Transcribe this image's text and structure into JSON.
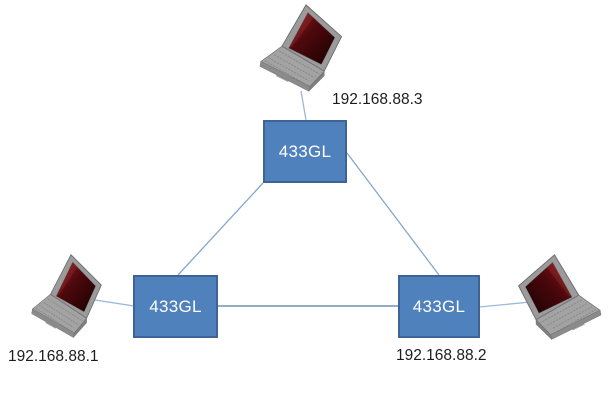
{
  "diagram": {
    "kind": "network-topology",
    "routers": [
      {
        "id": "router-top",
        "label": "433GL"
      },
      {
        "id": "router-bottom-left",
        "label": "433GL"
      },
      {
        "id": "router-bottom-right",
        "label": "433GL"
      }
    ],
    "hosts": [
      {
        "id": "pc-top",
        "ip": "192.168.88.3",
        "icon": "laptop-icon"
      },
      {
        "id": "pc-bottom-left",
        "ip": "192.168.88.1",
        "icon": "laptop-icon"
      },
      {
        "id": "pc-bottom-right",
        "ip": "192.168.88.2",
        "icon": "laptop-icon"
      }
    ],
    "links": [
      {
        "from": "pc-top",
        "to": "router-top"
      },
      {
        "from": "pc-bottom-left",
        "to": "router-bottom-left"
      },
      {
        "from": "pc-bottom-right",
        "to": "router-bottom-right"
      },
      {
        "from": "router-top",
        "to": "router-bottom-left"
      },
      {
        "from": "router-top",
        "to": "router-bottom-right"
      },
      {
        "from": "router-bottom-left",
        "to": "router-bottom-right"
      }
    ],
    "colors": {
      "background": "#ffffff",
      "router_fill": "#4f81bd",
      "router_border": "#3e6395",
      "router_text": "#ffffff",
      "link_line": "#84a7cb",
      "ip_text": "#1c1c1c",
      "laptop_body": "#a3a3a3",
      "laptop_screen_dark_red": "#4d080c"
    }
  }
}
